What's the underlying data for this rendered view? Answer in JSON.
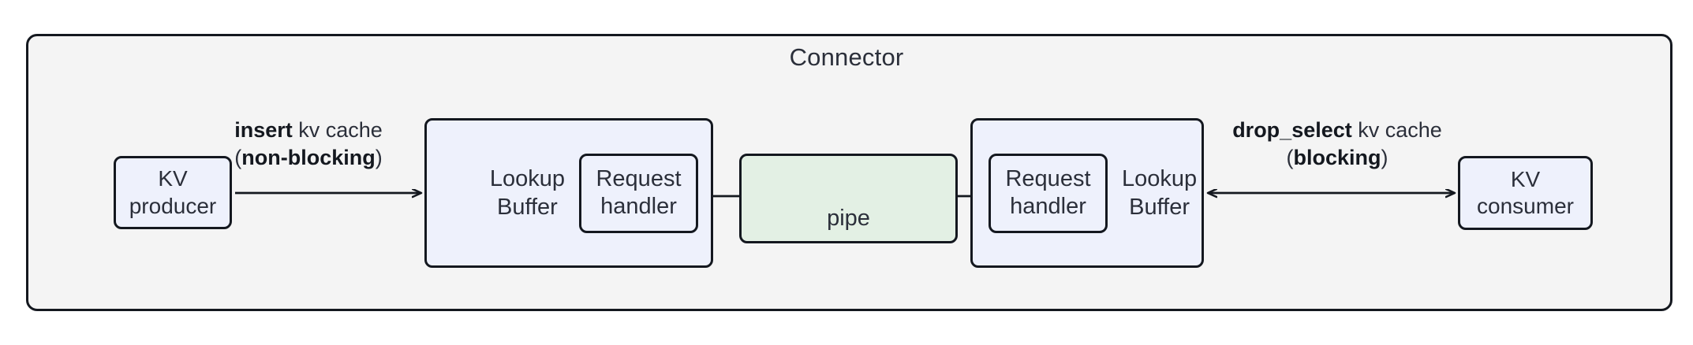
{
  "diagram": {
    "title": "Connector",
    "type": "flowchart",
    "colors": {
      "frame_background": "#f4f4f4",
      "node_blue": "#eef1fc",
      "node_green": "#e3f0e4",
      "stroke": "#14181f",
      "text": "#2b2f3a"
    },
    "nodes": {
      "kv_producer": {
        "label": "KV\nproducer",
        "fill": "#eef1fc"
      },
      "kv_consumer": {
        "label": "KV\nconsumer",
        "fill": "#eef1fc"
      },
      "lookup_buffer_left": {
        "label": "Lookup\nBuffer",
        "fill": "#eef1fc"
      },
      "lookup_buffer_right": {
        "label": "Lookup\nBuffer",
        "fill": "#eef1fc"
      },
      "request_handler_left": {
        "label": "Request\nhandler",
        "fill": "#eef1fc"
      },
      "request_handler_right": {
        "label": "Request\nhandler",
        "fill": "#eef1fc"
      },
      "pipe": {
        "label": "pipe",
        "fill": "#e3f0e4"
      }
    },
    "edges": {
      "insert": {
        "line1_bold": "insert",
        "line1_rest": " kv cache",
        "line2_open": "(",
        "line2_bold": "non-blocking",
        "line2_close": ")",
        "direction": "right",
        "from": "kv_producer",
        "to": "lookup_buffer_left"
      },
      "pipe_to_left_buffer": {
        "label": "",
        "direction": "left",
        "from": "pipe",
        "to": "lookup_buffer_left"
      },
      "pipe_to_right_buffer": {
        "label": "",
        "direction": "right",
        "from": "pipe",
        "to": "request_handler_right"
      },
      "drop_select": {
        "line1_bold": "drop_select",
        "line1_rest": " kv cache",
        "line2_open": "(",
        "line2_bold": "blocking",
        "line2_close": ")",
        "direction": "both",
        "from": "lookup_buffer_right",
        "to": "kv_consumer"
      }
    }
  }
}
